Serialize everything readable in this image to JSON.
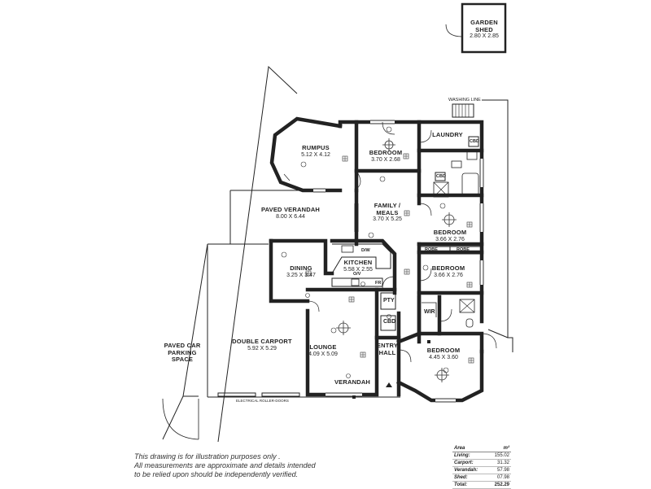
{
  "rooms": {
    "garden_shed": {
      "name_line1": "GARDEN",
      "name_line2": "SHED",
      "dims": "2.80 X 2.85"
    },
    "rumpus": {
      "name": "RUMPUS",
      "dims": "5.12 X 4.12"
    },
    "bedroom_top": {
      "name": "BEDROOM",
      "dims": "3.70 X 2.68"
    },
    "laundry": {
      "name": "LAUNDRY"
    },
    "family_meals": {
      "name_line1": "FAMILY /",
      "name_line2": "MEALS",
      "dims": "3.70 X 5.25"
    },
    "paved_verandah": {
      "name": "PAVED VERANDAH",
      "dims": "8.00 X 6.44"
    },
    "bedroom_mid1": {
      "name": "BEDROOM",
      "dims": "3.66 X 2.76"
    },
    "bedroom_mid2": {
      "name": "BEDROOM",
      "dims": "3.66 X 2.76"
    },
    "dining": {
      "name": "DINING",
      "dims": "3.25 X 3.47"
    },
    "kitchen": {
      "name": "KITCHEN",
      "dims": "5.58 X 2.55"
    },
    "double_carport": {
      "name": "DOUBLE CARPORT",
      "dims": "5.92 X 5.29"
    },
    "lounge": {
      "name": "LOUNGE",
      "dims": "4.09 X 5.09"
    },
    "entry_hall": {
      "name_line1": "ENTRY",
      "name_line2": "HALL"
    },
    "bedroom_bottom": {
      "name": "BEDROOM",
      "dims": "4.45 X 3.60"
    },
    "paved_car_parking": {
      "line1": "PAVED CAR",
      "line2": "PARKING",
      "line3": "SPACE"
    },
    "verandah": {
      "name": "VERANDAH"
    }
  },
  "fixtures": {
    "washing_line": "WASHING LINE",
    "cbd_laundry": "CBD",
    "cbd_bath": "CBD",
    "robe_left": "ROBE",
    "robe_right": "ROBE",
    "dw": "D/W",
    "ov": "O/V",
    "fr": "FR",
    "pty": "PTY",
    "cbd_entry": "CBD",
    "wir": "WIR",
    "electrical_roller_doors": "ELECTRICAL ROLLER-DOORS"
  },
  "disclaimer": {
    "line1": "This drawing is for illustration purposes only .",
    "line2": "All measurements are approximate and details intended",
    "line3": "to be relied upon should be independently verified."
  },
  "area_table": {
    "header_label": "Area",
    "header_unit": "m²",
    "rows": [
      {
        "label": "Living:",
        "value": "155.02"
      },
      {
        "label": "Carport:",
        "value": "31.32"
      },
      {
        "label": "Verandah:",
        "value": "57.98"
      },
      {
        "label": "Shed:",
        "value": "07.98"
      }
    ],
    "total_label": "Total:",
    "total_value": "252.29"
  }
}
